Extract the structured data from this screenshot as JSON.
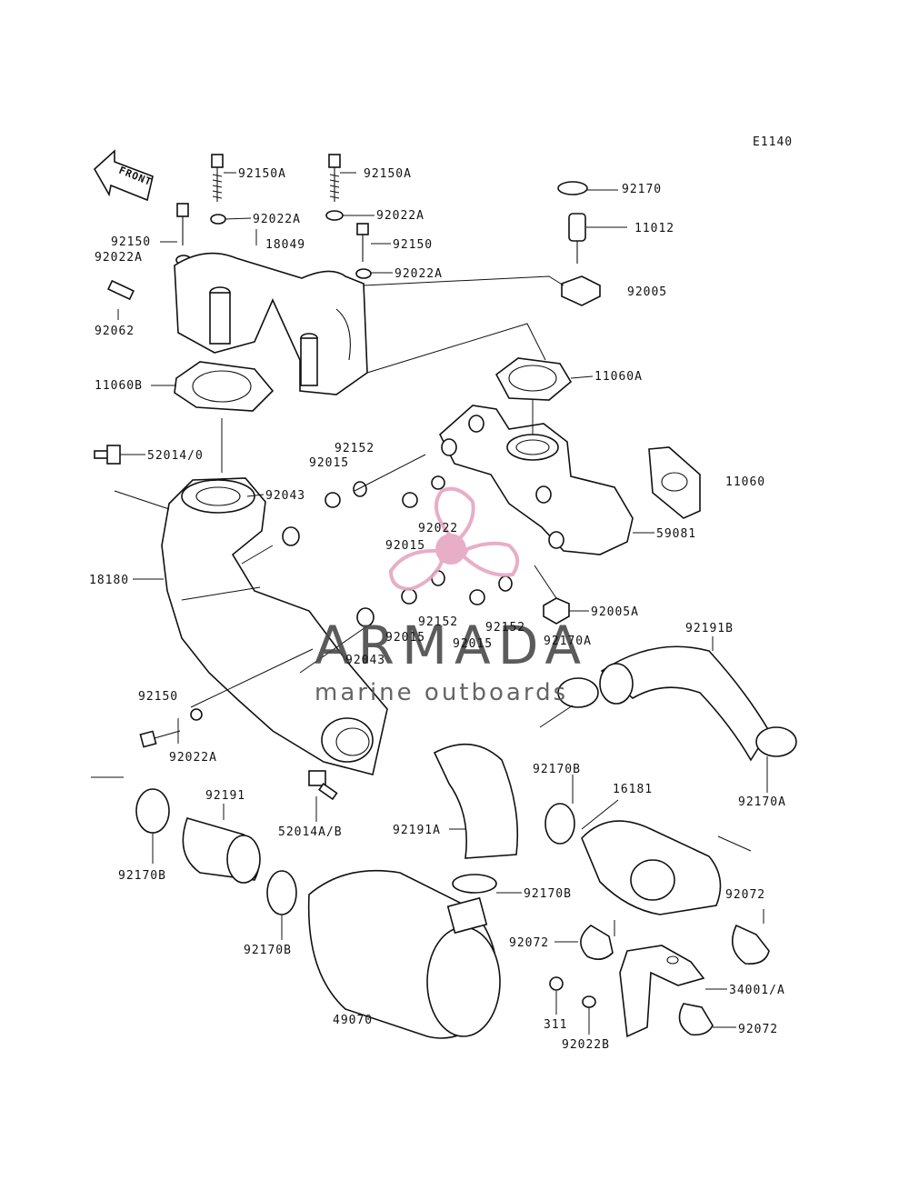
{
  "diagram_code": "E1140",
  "front_label": "FRONT",
  "watermark": {
    "name": "ARMADA",
    "tagline": "marine outboards",
    "logo": "propeller-logo",
    "color": "#e6a6c2"
  },
  "labels": {
    "l_92150A_1": "92150A",
    "l_92150A_2": "92150A",
    "l_92022A_1": "92022A",
    "l_92022A_2": "92022A",
    "l_92022A_3": "92022A",
    "l_92022A_4": "92022A",
    "l_92022A_5": "92022A",
    "l_92170": "92170",
    "l_11012": "11012",
    "l_92150_1": "92150",
    "l_92150_2": "92150",
    "l_92150_3": "92150",
    "l_18049": "18049",
    "l_92005": "92005",
    "l_92062": "92062",
    "l_11060A": "11060A",
    "l_11060B": "11060B",
    "l_11060": "11060",
    "l_92152_1": "92152",
    "l_92152_2": "92152",
    "l_92152_3": "92152",
    "l_92015_1": "92015",
    "l_92015_2": "92015",
    "l_92015_3": "92015",
    "l_92015_4": "92015",
    "l_52014": "52014/0",
    "l_92043_1": "92043",
    "l_92043_2": "92043",
    "l_92022": "92022",
    "l_59081": "59081",
    "l_18180": "18180",
    "l_92005A": "92005A",
    "l_92170A_1": "92170A",
    "l_92170A_2": "92170A",
    "l_92191B": "92191B",
    "l_92170B_1": "92170B",
    "l_92170B_2": "92170B",
    "l_92170B_3": "92170B",
    "l_92170B_4": "92170B",
    "l_16181": "16181",
    "l_52014AB": "52014A/B",
    "l_92191": "92191",
    "l_92191A": "92191A",
    "l_92072_1": "92072",
    "l_92072_2": "92072",
    "l_92072_3": "92072",
    "l_34001": "34001/A",
    "l_311": "311",
    "l_92022B": "92022B",
    "l_49070": "49070"
  }
}
